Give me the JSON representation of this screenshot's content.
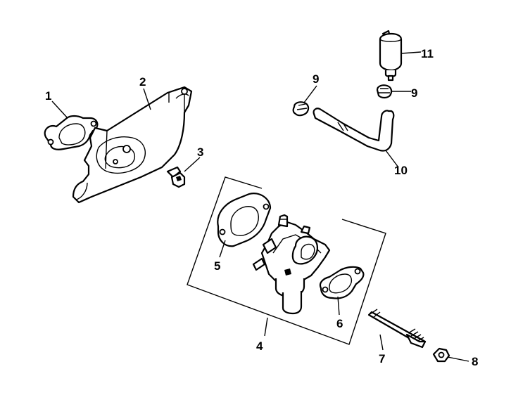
{
  "callouts": [
    {
      "id": "1",
      "label": "1"
    },
    {
      "id": "2",
      "label": "2"
    },
    {
      "id": "3",
      "label": "3"
    },
    {
      "id": "4",
      "label": "4"
    },
    {
      "id": "5",
      "label": "5"
    },
    {
      "id": "6",
      "label": "6"
    },
    {
      "id": "7",
      "label": "7"
    },
    {
      "id": "8",
      "label": "8"
    },
    {
      "id": "9a",
      "label": "9"
    },
    {
      "id": "9b",
      "label": "9"
    },
    {
      "id": "10",
      "label": "10"
    },
    {
      "id": "11",
      "label": "11"
    }
  ],
  "parts": [
    {
      "callout": "1",
      "icon": "gasket-icon"
    },
    {
      "callout": "2",
      "icon": "air-baffle-icon"
    },
    {
      "callout": "3",
      "icon": "bolt-icon"
    },
    {
      "callout": "4",
      "icon": "carburetor-assembly-group"
    },
    {
      "callout": "5",
      "icon": "gasket-icon"
    },
    {
      "callout": "6",
      "icon": "gasket-icon"
    },
    {
      "callout": "7",
      "icon": "stud-icon"
    },
    {
      "callout": "8",
      "icon": "nut-icon"
    },
    {
      "callout": "9",
      "icon": "hose-clamp-icon"
    },
    {
      "callout": "10",
      "icon": "fuel-line-icon"
    },
    {
      "callout": "11",
      "icon": "fuel-filter-icon"
    }
  ]
}
